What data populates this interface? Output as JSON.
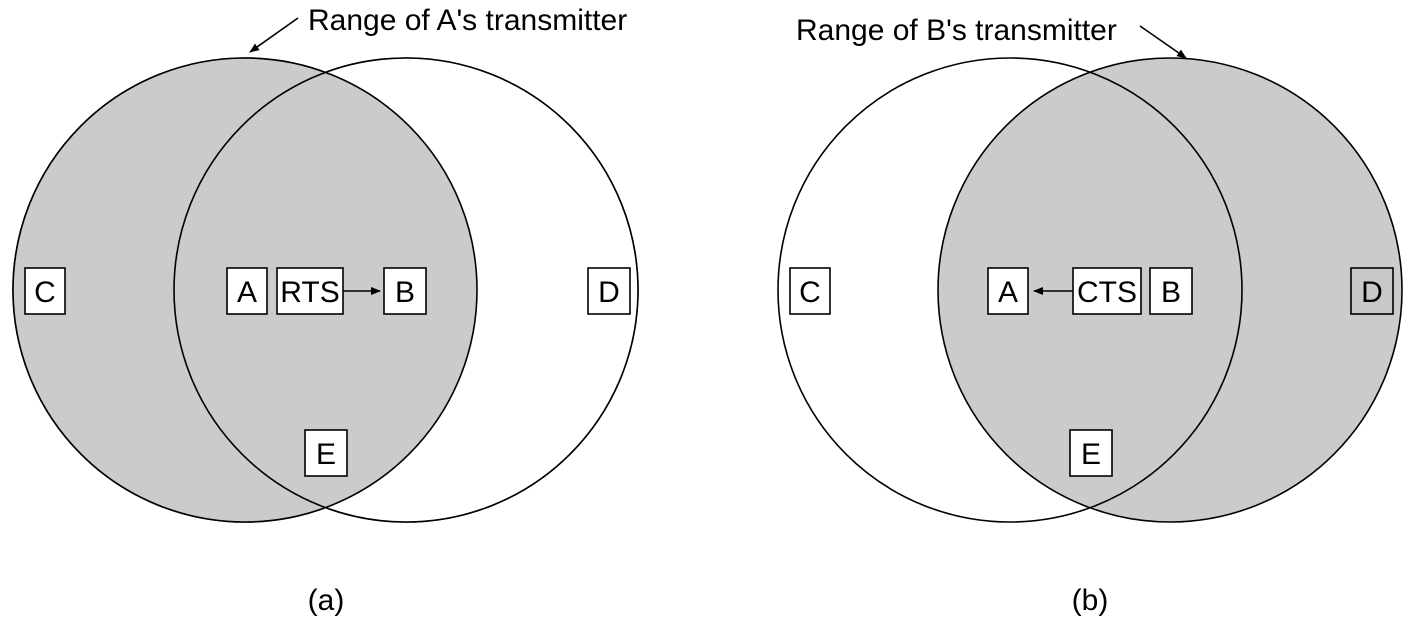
{
  "colors": {
    "shaded": "#cbcbcb",
    "unshaded": "#ffffff",
    "stroke": "#000000"
  },
  "panel_a": {
    "caption": "(a)",
    "range_label": "Range of A's transmitter",
    "node_c": "C",
    "node_a": "A",
    "message": "RTS",
    "node_b": "B",
    "node_d": "D",
    "node_e": "E"
  },
  "panel_b": {
    "caption": "(b)",
    "range_label": "Range of B's transmitter",
    "node_c": "C",
    "node_a": "A",
    "message": "CTS",
    "node_b": "B",
    "node_d": "D",
    "node_e": "E"
  }
}
